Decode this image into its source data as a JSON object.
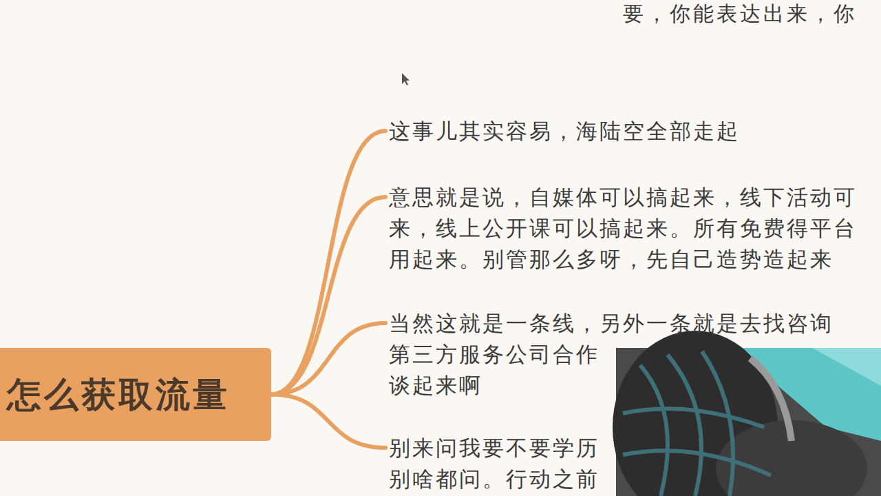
{
  "diagram": {
    "nodes": [
      {
        "text": [
          "怎么获取流量"
        ]
      },
      {
        "text": [
          "这事儿其实容易，海陆空全部走起"
        ]
      },
      {
        "text": [
          "意思就是说，自媒体可以搞起来，线下活动可 来，线上公开课可以搞起来。所有免费得平台 用起来。别管那么多呀，先自己造势造起来"
        ]
      },
      {
        "text": [
          "当然这就是一条线，另外一条就是去找咨询 第三方服务公司合作 谈起来啊"
        ]
      },
      {
        "text": [
          "别来问我要不要学历 别啥都问。行动之前"
        ]
      }
    ],
    "edges": [
      {
        "from": 0,
        "to": 1,
        "arrow": "none"
      },
      {
        "from": 0,
        "to": 2,
        "arrow": "none"
      },
      {
        "from": 0,
        "to": 3,
        "arrow": "none"
      },
      {
        "from": 0,
        "to": 4,
        "arrow": "none"
      }
    ],
    "labels": [
      "要，你能表达出来，你"
    ]
  }
}
